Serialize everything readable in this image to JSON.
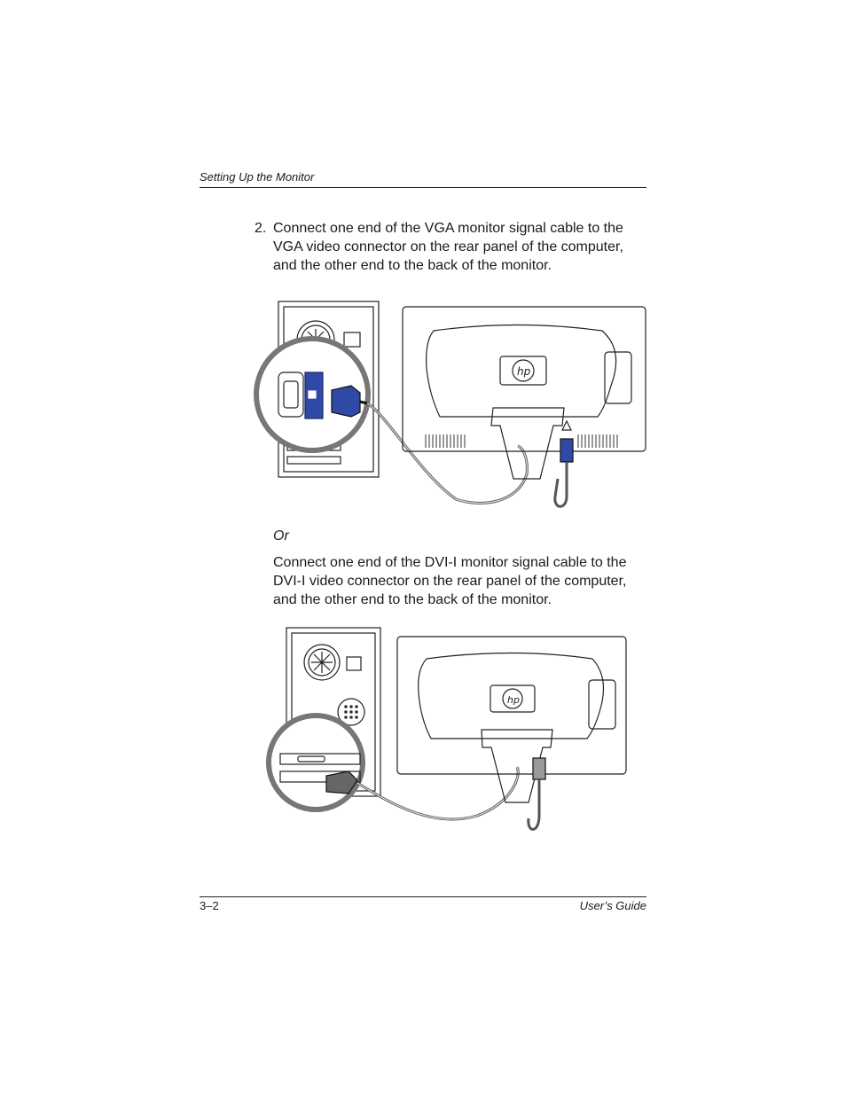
{
  "header": {
    "section_title": "Setting Up the Monitor"
  },
  "step": {
    "number": "2.",
    "lines": [
      "Connect one end of the VGA monitor signal cable to the",
      "VGA video connector on the rear panel of the computer,",
      "and the other end to the back of the monitor."
    ]
  },
  "or_text": "Or",
  "alt_paragraph": {
    "lines": [
      "Connect one end of the DVI-I monitor signal cable to the",
      "DVI-I video connector on the rear panel of the computer,",
      "and the other end to the back of the monitor."
    ]
  },
  "figures": {
    "logo_text": "hp",
    "accent_color": "#2f49a6"
  },
  "footer": {
    "page_number": "3–2",
    "doc_title": "User’s Guide"
  }
}
